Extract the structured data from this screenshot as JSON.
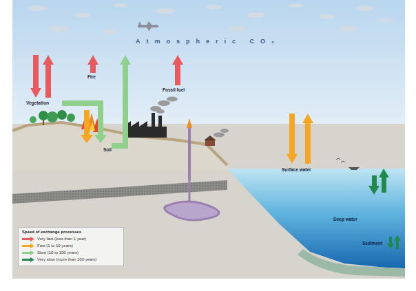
{
  "diagram": {
    "labels": [
      "Atmospheric CO₂",
      "Vegetation",
      "Fire",
      "Fossil fuel",
      "Soil",
      "Surface water",
      "Deep water",
      "Sediment",
      "Speed of exchange processes"
    ],
    "legend": [
      {
        "text": "Very fast (less than 1 year)",
        "color": "#e85a5d"
      },
      {
        "text": "Fast (1 to 10 years)",
        "color": "#f5a623"
      },
      {
        "text": "Slow (10 to 100 years)",
        "color": "#8fd08a"
      },
      {
        "text": "Very slow (more than 100 years)",
        "color": "#1f8a4c"
      }
    ]
  }
}
